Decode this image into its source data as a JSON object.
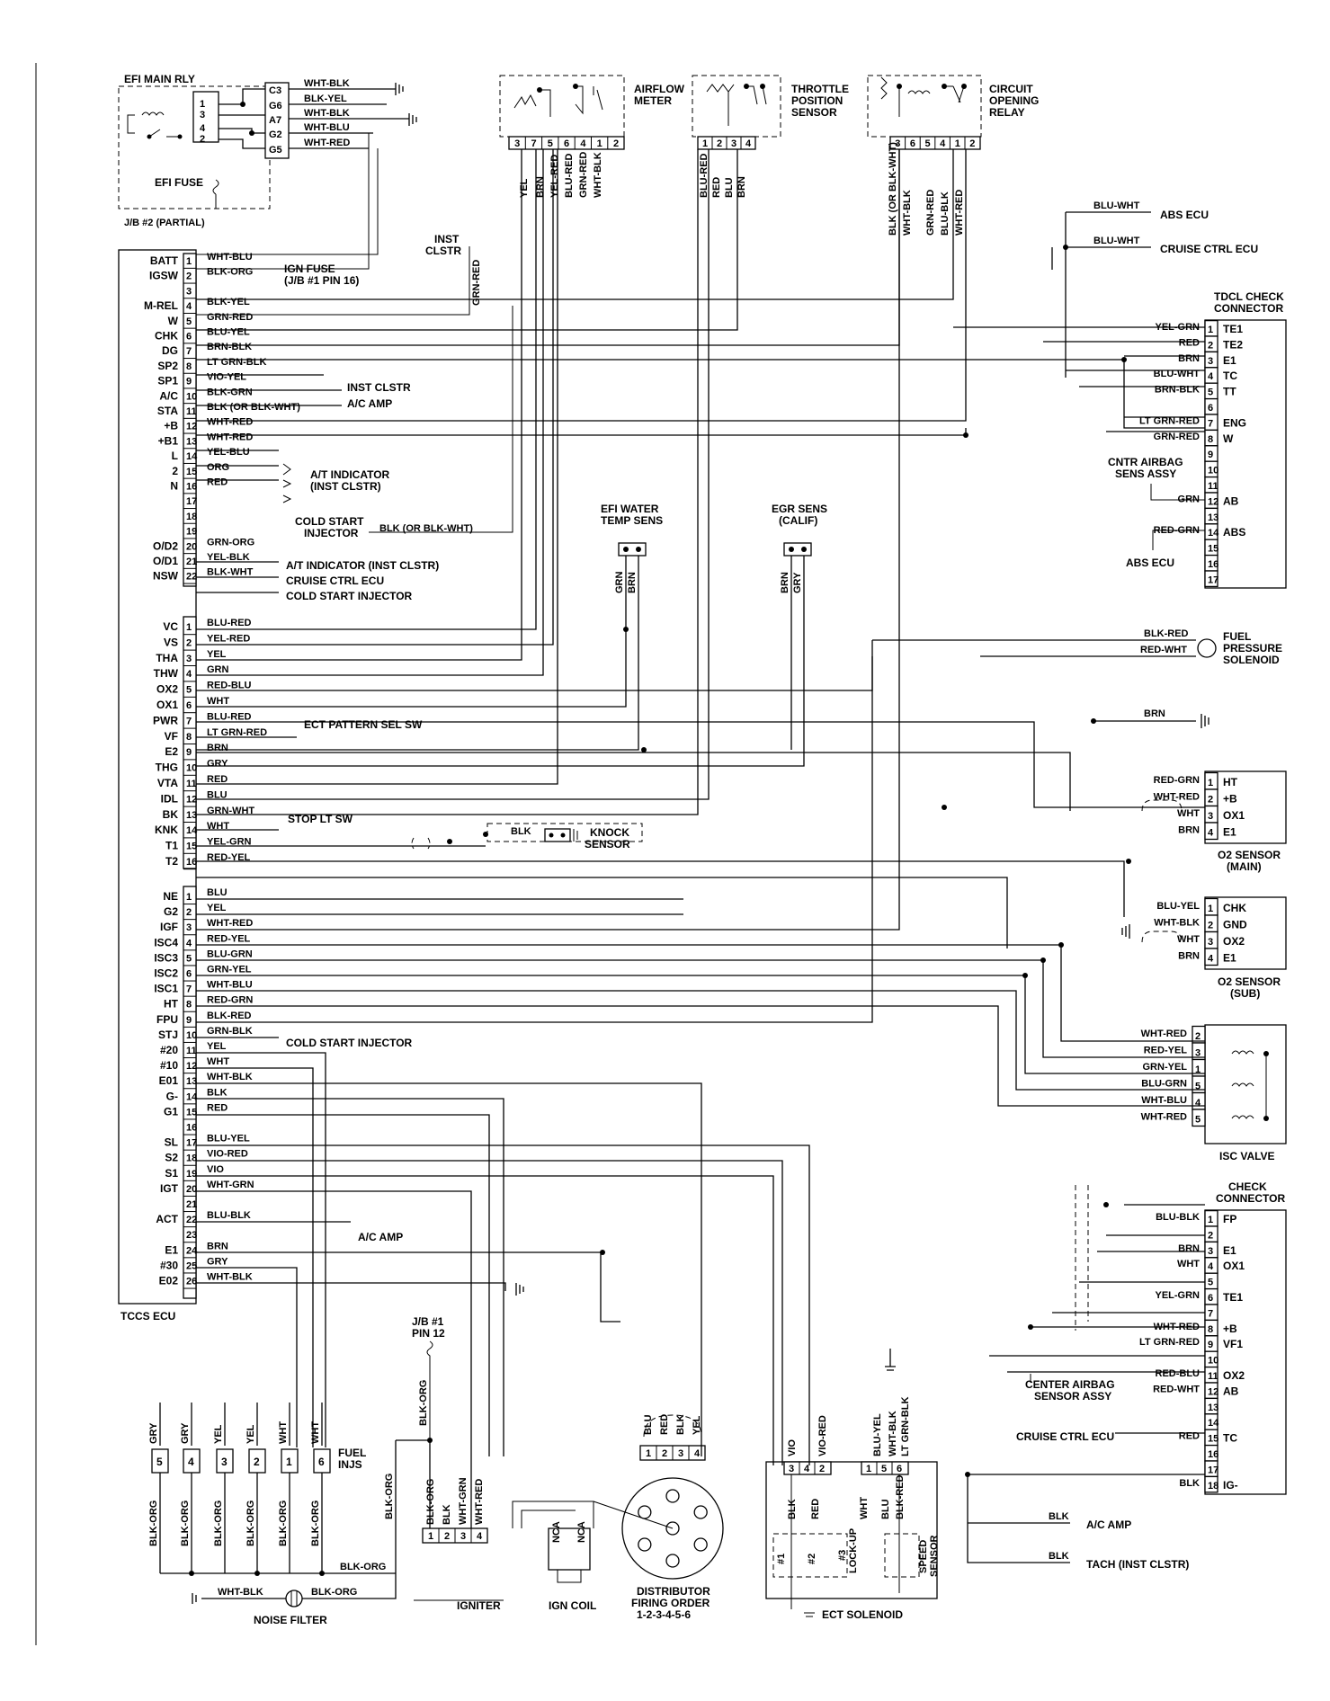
{
  "colors": {
    "ink": "#000000",
    "paper": "#ffffff"
  },
  "efi_main_rly": {
    "title": "EFI MAIN RLY",
    "fuse": "EFI FUSE",
    "jb": "J/B #2 (PARTIAL)",
    "left_pins": [
      "1",
      "3",
      "4",
      "2"
    ],
    "terms": [
      "C3",
      "G6",
      "A7",
      "G2",
      "G5"
    ],
    "wires": [
      "WHT-BLK",
      "BLK-YEL",
      "WHT-BLK",
      "WHT-BLU",
      "WHT-RED"
    ]
  },
  "ign_fuse": {
    "label": "IGN FUSE",
    "sub": "(J/B #1 PIN 16)"
  },
  "tccs": {
    "title": "TCCS ECU",
    "conn1": [
      {
        "pin": "1",
        "term": "BATT",
        "wire": "WHT-BLU"
      },
      {
        "pin": "2",
        "term": "IGSW",
        "wire": "BLK-ORG"
      },
      {
        "pin": "3",
        "term": "",
        "wire": ""
      },
      {
        "pin": "4",
        "term": "M-REL",
        "wire": "BLK-YEL"
      },
      {
        "pin": "5",
        "term": "W",
        "wire": "GRN-RED"
      },
      {
        "pin": "6",
        "term": "CHK",
        "wire": "BLU-YEL"
      },
      {
        "pin": "7",
        "term": "DG",
        "wire": "BRN-BLK"
      },
      {
        "pin": "8",
        "term": "SP2",
        "wire": "LT GRN-BLK"
      },
      {
        "pin": "9",
        "term": "SP1",
        "wire": "VIO-YEL"
      },
      {
        "pin": "10",
        "term": "A/C",
        "wire": "BLK-GRN"
      },
      {
        "pin": "11",
        "term": "STA",
        "wire": "BLK (OR BLK-WHT)"
      },
      {
        "pin": "12",
        "term": "+B",
        "wire": "WHT-RED"
      },
      {
        "pin": "13",
        "term": "+B1",
        "wire": "WHT-RED"
      },
      {
        "pin": "14",
        "term": "L",
        "wire": "YEL-BLU"
      },
      {
        "pin": "15",
        "term": "2",
        "wire": "ORG"
      },
      {
        "pin": "16",
        "term": "N",
        "wire": "RED"
      },
      {
        "pin": "17",
        "term": "",
        "wire": ""
      },
      {
        "pin": "18",
        "term": "",
        "wire": ""
      },
      {
        "pin": "19",
        "term": "",
        "wire": ""
      },
      {
        "pin": "20",
        "term": "O/D2",
        "wire": "GRN-ORG"
      },
      {
        "pin": "21",
        "term": "O/D1",
        "wire": "YEL-BLK"
      },
      {
        "pin": "22",
        "term": "NSW",
        "wire": "BLK-WHT"
      }
    ],
    "conn2": [
      {
        "pin": "1",
        "term": "VC",
        "wire": "BLU-RED"
      },
      {
        "pin": "2",
        "term": "VS",
        "wire": "YEL-RED"
      },
      {
        "pin": "3",
        "term": "THA",
        "wire": "YEL"
      },
      {
        "pin": "4",
        "term": "THW",
        "wire": "GRN"
      },
      {
        "pin": "5",
        "term": "OX2",
        "wire": "RED-BLU"
      },
      {
        "pin": "6",
        "term": "OX1",
        "wire": "WHT"
      },
      {
        "pin": "7",
        "term": "PWR",
        "wire": "BLU-RED"
      },
      {
        "pin": "8",
        "term": "VF",
        "wire": "LT GRN-RED"
      },
      {
        "pin": "9",
        "term": "E2",
        "wire": "BRN"
      },
      {
        "pin": "10",
        "term": "THG",
        "wire": "GRY"
      },
      {
        "pin": "11",
        "term": "VTA",
        "wire": "RED"
      },
      {
        "pin": "12",
        "term": "IDL",
        "wire": "BLU"
      },
      {
        "pin": "13",
        "term": "BK",
        "wire": "GRN-WHT"
      },
      {
        "pin": "14",
        "term": "KNK",
        "wire": "WHT"
      },
      {
        "pin": "15",
        "term": "T1",
        "wire": "YEL-GRN"
      },
      {
        "pin": "16",
        "term": "T2",
        "wire": "RED-YEL"
      }
    ],
    "conn3": [
      {
        "pin": "1",
        "term": "NE",
        "wire": "BLU"
      },
      {
        "pin": "2",
        "term": "G2",
        "wire": "YEL"
      },
      {
        "pin": "3",
        "term": "IGF",
        "wire": "WHT-RED"
      },
      {
        "pin": "4",
        "term": "ISC4",
        "wire": "RED-YEL"
      },
      {
        "pin": "5",
        "term": "ISC3",
        "wire": "BLU-GRN"
      },
      {
        "pin": "6",
        "term": "ISC2",
        "wire": "GRN-YEL"
      },
      {
        "pin": "7",
        "term": "ISC1",
        "wire": "WHT-BLU"
      },
      {
        "pin": "8",
        "term": "HT",
        "wire": "RED-GRN"
      },
      {
        "pin": "9",
        "term": "FPU",
        "wire": "BLK-RED"
      },
      {
        "pin": "10",
        "term": "STJ",
        "wire": "GRN-BLK"
      },
      {
        "pin": "11",
        "term": "#20",
        "wire": "YEL"
      },
      {
        "pin": "12",
        "term": "#10",
        "wire": "WHT"
      },
      {
        "pin": "13",
        "term": "E01",
        "wire": "WHT-BLK"
      },
      {
        "pin": "14",
        "term": "G-",
        "wire": "BLK"
      },
      {
        "pin": "15",
        "term": "G1",
        "wire": "RED"
      },
      {
        "pin": "16",
        "term": "",
        "wire": ""
      },
      {
        "pin": "17",
        "term": "SL",
        "wire": "BLU-YEL"
      },
      {
        "pin": "18",
        "term": "S2",
        "wire": "VIO-RED"
      },
      {
        "pin": "19",
        "term": "S1",
        "wire": "VIO"
      },
      {
        "pin": "20",
        "term": "IGT",
        "wire": "WHT-GRN"
      },
      {
        "pin": "21",
        "term": "",
        "wire": ""
      },
      {
        "pin": "22",
        "term": "ACT",
        "wire": "BLU-BLK"
      },
      {
        "pin": "23",
        "term": "",
        "wire": ""
      },
      {
        "pin": "24",
        "term": "E1",
        "wire": "BRN"
      },
      {
        "pin": "25",
        "term": "#30",
        "wire": "GRY"
      },
      {
        "pin": "26",
        "term": "E02",
        "wire": "WHT-BLK"
      }
    ],
    "dests": {
      "inst_clstr": "INST CLSTR",
      "ac_amp": "A/C AMP",
      "at_ind1": "A/T INDICATOR",
      "at_ind2": "(INST CLSTR)",
      "cold_start1": "COLD START",
      "cold_start2": "INJECTOR",
      "cold_start_wire": "BLK (OR BLK-WHT)",
      "at_ind_full": "A/T INDICATOR (INST CLSTR)",
      "cruise": "CRUISE CTRL ECU",
      "cold_start_inj": "COLD START INJECTOR",
      "ect_pattern": "ECT PATTERN SEL SW",
      "stop_lt": "STOP LT SW",
      "ac_amp2": "A/C AMP"
    }
  },
  "inst_clstr_top": {
    "l1": "INST",
    "l2": "CLSTR",
    "wire": "GRN-RED"
  },
  "airflow": {
    "l1": "AIRFLOW",
    "l2": "METER",
    "pins": [
      "3",
      "7",
      "5",
      "6",
      "4",
      "1",
      "2"
    ],
    "wires": [
      "YEL",
      "BRN",
      "YEL-RED",
      "BLU-RED",
      "GRN-RED",
      "WHT-BLK"
    ]
  },
  "throttle": {
    "l1": "THROTTLE",
    "l2": "POSITION",
    "l3": "SENSOR",
    "pins": [
      "1",
      "2",
      "3",
      "4"
    ],
    "wires": [
      "BLU-RED",
      "RED",
      "BLU",
      "BRN"
    ]
  },
  "circuit": {
    "l1": "CIRCUIT",
    "l2": "OPENING",
    "l3": "RELAY",
    "pins": [
      "3",
      "6",
      "5",
      "4",
      "1",
      "2"
    ],
    "wires": [
      "BLK (OR BLK-WHT)",
      "WHT-BLK",
      "GRN-RED",
      "BLU-BLK",
      "WHT-RED"
    ]
  },
  "efi_water": {
    "l1": "EFI WATER",
    "l2": "TEMP SENS",
    "wires": [
      "GRN",
      "BRN"
    ]
  },
  "egr": {
    "l1": "EGR SENS",
    "l2": "(CALIF)",
    "wires": [
      "BRN",
      "GRY"
    ]
  },
  "knock": {
    "l1": "KNOCK",
    "l2": "SENSOR",
    "wire": "BLK"
  },
  "abs": {
    "abs_ecu": "ABS ECU",
    "cruise": "CRUISE CTRL ECU",
    "w1": "BLU-WHT",
    "w2": "BLU-WHT"
  },
  "tdcl": {
    "l1": "TDCL CHECK",
    "l2": "CONNECTOR",
    "rows": [
      {
        "pin": "1",
        "term": "TE1",
        "wire": "YEL-GRN"
      },
      {
        "pin": "2",
        "term": "TE2",
        "wire": "RED"
      },
      {
        "pin": "3",
        "term": "E1",
        "wire": "BRN"
      },
      {
        "pin": "4",
        "term": "TC",
        "wire": "BLU-WHT"
      },
      {
        "pin": "5",
        "term": "TT",
        "wire": "BRN-BLK"
      },
      {
        "pin": "6",
        "term": "",
        "wire": ""
      },
      {
        "pin": "7",
        "term": "ENG",
        "wire": "LT GRN-RED"
      },
      {
        "pin": "8",
        "term": "W",
        "wire": "GRN-RED"
      },
      {
        "pin": "9",
        "term": "",
        "wire": ""
      },
      {
        "pin": "10",
        "term": "",
        "wire": ""
      },
      {
        "pin": "11",
        "term": "",
        "wire": ""
      },
      {
        "pin": "12",
        "term": "AB",
        "wire": "GRN"
      },
      {
        "pin": "13",
        "term": "",
        "wire": ""
      },
      {
        "pin": "14",
        "term": "ABS",
        "wire": "RED-GRN"
      },
      {
        "pin": "15",
        "term": "",
        "wire": ""
      },
      {
        "pin": "16",
        "term": "",
        "wire": ""
      },
      {
        "pin": "17",
        "term": "",
        "wire": ""
      }
    ],
    "cntr_l1": "CNTR AIRBAG",
    "cntr_l2": "SENS ASSY",
    "abs_ecu": "ABS ECU"
  },
  "fuel_pressure": {
    "l1": "FUEL",
    "l2": "PRESSURE",
    "l3": "SOLENOID",
    "w1": "BLK-RED",
    "w2": "RED-WHT"
  },
  "brn_ground": "BRN",
  "o2_main": {
    "l1": "O2 SENSOR",
    "l2": "(MAIN)",
    "rows": [
      {
        "pin": "1",
        "term": "HT",
        "wire": "RED-GRN"
      },
      {
        "pin": "2",
        "term": "+B",
        "wire": "WHT-RED"
      },
      {
        "pin": "3",
        "term": "OX1",
        "wire": "WHT"
      },
      {
        "pin": "4",
        "term": "E1",
        "wire": "BRN"
      }
    ]
  },
  "o2_sub": {
    "l1": "O2 SENSOR",
    "l2": "(SUB)",
    "rows": [
      {
        "pin": "1",
        "term": "CHK",
        "wire": "BLU-YEL"
      },
      {
        "pin": "2",
        "term": "GND",
        "wire": "WHT-BLK"
      },
      {
        "pin": "3",
        "term": "OX2",
        "wire": "WHT"
      },
      {
        "pin": "4",
        "term": "E1",
        "wire": "BRN"
      }
    ]
  },
  "isc": {
    "label": "ISC VALVE",
    "rows": [
      {
        "pin": "2",
        "wire": "WHT-RED"
      },
      {
        "pin": "3",
        "wire": "RED-YEL"
      },
      {
        "pin": "1",
        "wire": "GRN-YEL"
      },
      {
        "pin": "5",
        "wire": "BLU-GRN"
      },
      {
        "pin": "4",
        "wire": "WHT-BLU"
      },
      {
        "pin": "5",
        "wire": "WHT-RED"
      }
    ]
  },
  "check": {
    "l1": "CHECK",
    "l2": "CONNECTOR",
    "rows": [
      {
        "pin": "1",
        "term": "FP",
        "wire": "BLU-BLK"
      },
      {
        "pin": "2",
        "term": "",
        "wire": ""
      },
      {
        "pin": "3",
        "term": "E1",
        "wire": "BRN"
      },
      {
        "pin": "4",
        "term": "OX1",
        "wire": "WHT"
      },
      {
        "pin": "5",
        "term": "",
        "wire": ""
      },
      {
        "pin": "6",
        "term": "TE1",
        "wire": "YEL-GRN"
      },
      {
        "pin": "7",
        "term": "",
        "wire": ""
      },
      {
        "pin": "8",
        "term": "+B",
        "wire": "WHT-RED"
      },
      {
        "pin": "9",
        "term": "VF1",
        "wire": "LT GRN-RED"
      },
      {
        "pin": "10",
        "term": "",
        "wire": ""
      },
      {
        "pin": "11",
        "term": "OX2",
        "wire": "RED-BLU"
      },
      {
        "pin": "12",
        "term": "AB",
        "wire": "RED-WHT"
      },
      {
        "pin": "13",
        "term": "",
        "wire": ""
      },
      {
        "pin": "14",
        "term": "",
        "wire": ""
      },
      {
        "pin": "15",
        "term": "TC",
        "wire": "RED"
      },
      {
        "pin": "16",
        "term": "",
        "wire": ""
      },
      {
        "pin": "17",
        "term": "",
        "wire": ""
      },
      {
        "pin": "18",
        "term": "IG-",
        "wire": "BLK"
      }
    ],
    "center_l1": "CENTER AIRBAG",
    "center_l2": "SENSOR ASSY",
    "cruise": "CRUISE CTRL ECU"
  },
  "ac_amp_bottom": {
    "wire": "BLK",
    "label": "A/C AMP"
  },
  "tach": {
    "wire": "BLK",
    "label": "TACH (INST CLSTR)"
  },
  "injectors": {
    "label1": "FUEL",
    "label2": "INJS",
    "top_wires": [
      "GRY",
      "GRY",
      "YEL",
      "YEL",
      "WHT",
      "WHT"
    ],
    "nums": [
      "5",
      "4",
      "3",
      "2",
      "1",
      "6"
    ],
    "bottom_wires": [
      "BLK-ORG",
      "BLK-ORG",
      "BLK-ORG",
      "BLK-ORG",
      "BLK-ORG",
      "BLK-ORG"
    ],
    "common": "BLK-ORG"
  },
  "noise_filter": {
    "label": "NOISE FILTER",
    "w1": "WHT-BLK",
    "w2": "BLK-ORG"
  },
  "jb1": {
    "l1": "J/B #1",
    "l2": "PIN 12",
    "wire": "BLK-ORG"
  },
  "igniter": {
    "label": "IGNITER",
    "pins": [
      "1",
      "2",
      "3",
      "4"
    ],
    "wires": [
      "BLK-ORG",
      "BLK",
      "WHT-GRN",
      "WHT-RED"
    ],
    "left_wire": "BLK-ORG"
  },
  "ign_coil": {
    "label": "IGN COIL",
    "nca1": "NCA",
    "nca2": "NCA"
  },
  "distributor": {
    "l1": "DISTRIBUTOR",
    "l2": "FIRING ORDER",
    "l3": "1-2-3-4-5-6",
    "pins": [
      "1",
      "2",
      "3",
      "4"
    ],
    "wires": [
      "BLU",
      "RED",
      "BLK",
      "YEL"
    ]
  },
  "ect": {
    "label": "ECT SOLENOID",
    "pins_left": [
      "3",
      "4",
      "2"
    ],
    "pins_right": [
      "1",
      "5",
      "6"
    ],
    "top_wires": [
      "VIO",
      "VIO-RED",
      "BLU-YEL",
      "WHT-BLK",
      "LT GRN-BLK"
    ],
    "inner_wires": [
      "BLK",
      "RED",
      "WHT",
      "BLU",
      "BLK-RED"
    ],
    "sol1": "#1",
    "sol2": "#2",
    "sol3": "#3",
    "lockup": "LOCK-UP",
    "speed1": "SPEED",
    "speed2": "SENSOR"
  }
}
